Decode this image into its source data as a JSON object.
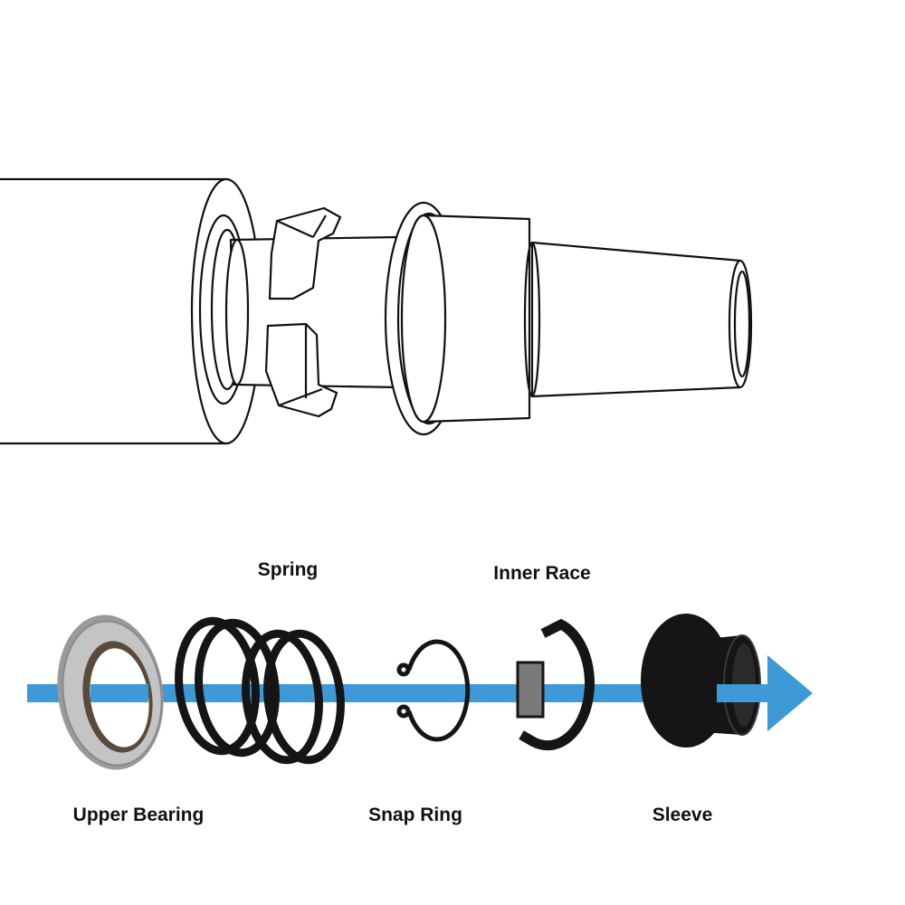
{
  "labels": {
    "spring": "Spring",
    "inner_race": "Inner Race",
    "upper_bearing": "Upper Bearing",
    "snap_ring": "Snap Ring",
    "sleeve": "Sleeve"
  },
  "colors": {
    "arrow": "#3d9ad7",
    "line": "#111111",
    "bearing_metal": "#b9b9b9",
    "bearing_seal": "#5a4a3c",
    "part_black": "#151515",
    "label_text": "#111111",
    "background": "#ffffff"
  },
  "icons": {
    "direction": "arrow-right-icon"
  }
}
